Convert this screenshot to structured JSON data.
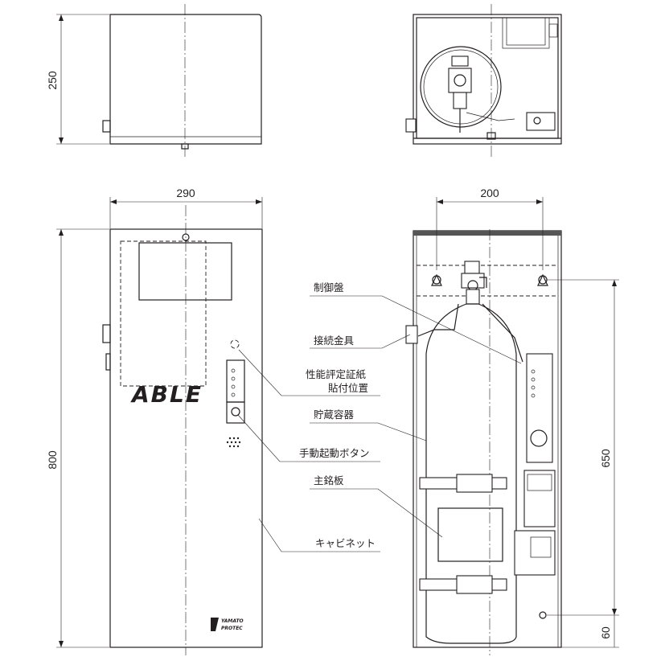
{
  "dimensions": {
    "top_depth": "250",
    "width": "290",
    "height": "800",
    "mount_pitch": "200",
    "mount_height": "650",
    "bottom_offset": "60"
  },
  "labels": {
    "control_panel": "制御盤",
    "connector": "接続金具",
    "cert_label_line1": "性能評定証紙",
    "cert_label_line2": "貼付位置",
    "storage_container": "貯蔵容器",
    "manual_button": "手動起動ボタン",
    "nameplate": "主銘板",
    "cabinet": "キャビネット"
  },
  "brand": {
    "logo": "ABLE",
    "maker_line1": "YAMATO",
    "maker_line2": "PROTEC"
  }
}
